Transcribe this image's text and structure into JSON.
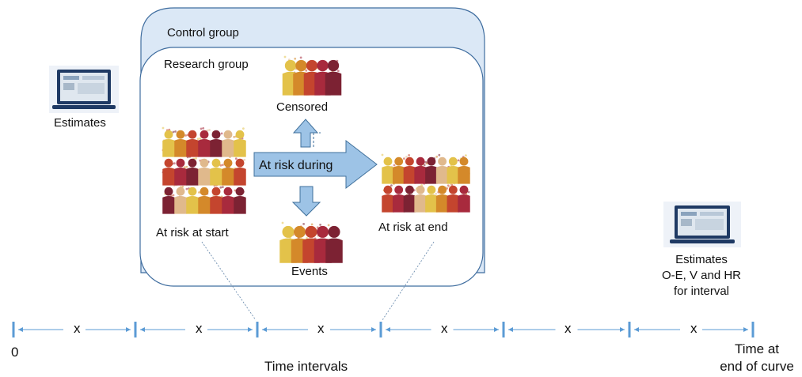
{
  "groups": {
    "control": "Control group",
    "research": "Research group"
  },
  "estimates_left": "Estimates",
  "estimates_right": [
    "Estimates",
    "O-E, V and HR",
    "for interval"
  ],
  "flow": {
    "censored": "Censored",
    "at_risk_during": "At risk during",
    "at_risk_start": "At risk at start",
    "at_risk_end": "At risk at end",
    "events": "Events"
  },
  "timeline": {
    "zero": "0",
    "interval_mark": "x",
    "axis_label": "Time intervals",
    "end_label": [
      "Time at",
      "end of curve"
    ]
  },
  "colors": {
    "box_fill": "#dbe8f6",
    "box_stroke": "#3f6d9f",
    "arrow_fill": "#9dc3e6",
    "tick": "#5b9bd5",
    "crowd": [
      "#e3c24a",
      "#d4892a",
      "#c4452e",
      "#a82a3d",
      "#7c2233",
      "#e0b98c"
    ]
  },
  "icons": [
    "laptop-icon",
    "crowd-icon",
    "arrow-right-icon",
    "arrow-up-icon",
    "arrow-down-icon"
  ]
}
